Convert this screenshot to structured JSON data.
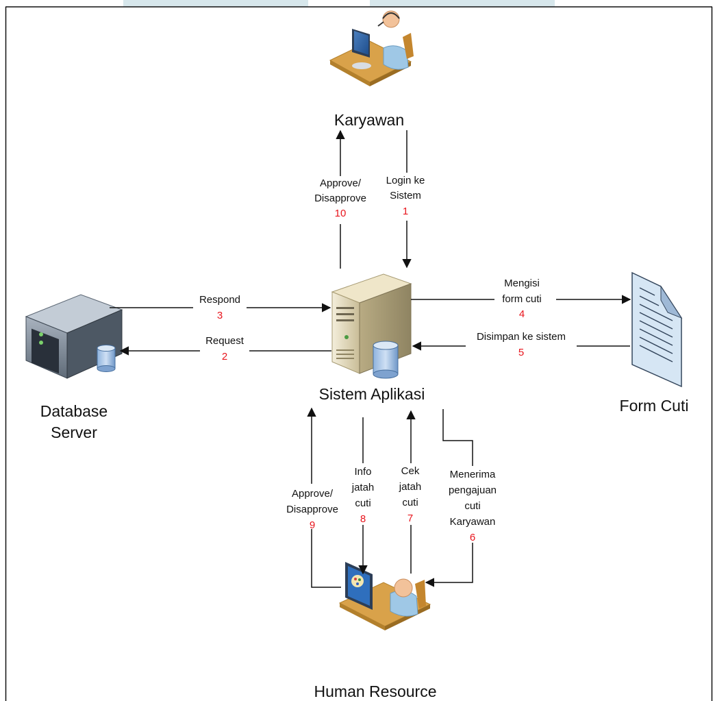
{
  "nodes": {
    "karyawan": "Karyawan",
    "sistem": "Sistem Aplikasi",
    "database_line1": "Database",
    "database_line2": "Server",
    "form": "Form Cuti",
    "hr": "Human Resource"
  },
  "edges": {
    "approve_top": {
      "line1": "Approve/",
      "line2": "Disapprove",
      "step": "10"
    },
    "login": {
      "line1": "Login ke",
      "line2": "Sistem",
      "step": "1"
    },
    "respond": {
      "label": "Respond",
      "step": "3"
    },
    "request": {
      "label": "Request",
      "step": "2"
    },
    "mengisi": {
      "line1": "Mengisi",
      "line2": "form cuti",
      "step": "4"
    },
    "disimpan": {
      "label": "Disimpan ke sistem",
      "step": "5"
    },
    "approve_hr": {
      "line1": "Approve/",
      "line2": "Disapprove",
      "step": "9"
    },
    "info": {
      "line1": "Info",
      "line2": "jatah",
      "line3": "cuti",
      "step": "8"
    },
    "cek": {
      "line1": "Cek",
      "line2": "jatah",
      "line3": "cuti",
      "step": "7"
    },
    "menerima": {
      "line1": "Menerima",
      "line2": "pengajuan",
      "line3": "cuti",
      "line4": "Karyawan",
      "step": "6"
    }
  },
  "icons": {
    "karyawan": "employee-at-computer-with-headset-icon",
    "sistem": "application-server-tower-icon",
    "database": "database-server-rack-icon",
    "form": "document-form-icon",
    "hr": "hr-staff-at-computer-icon"
  },
  "colors": {
    "step_number": "#e8141c",
    "line": "#111111",
    "header_tab": "#d7e7ec"
  }
}
